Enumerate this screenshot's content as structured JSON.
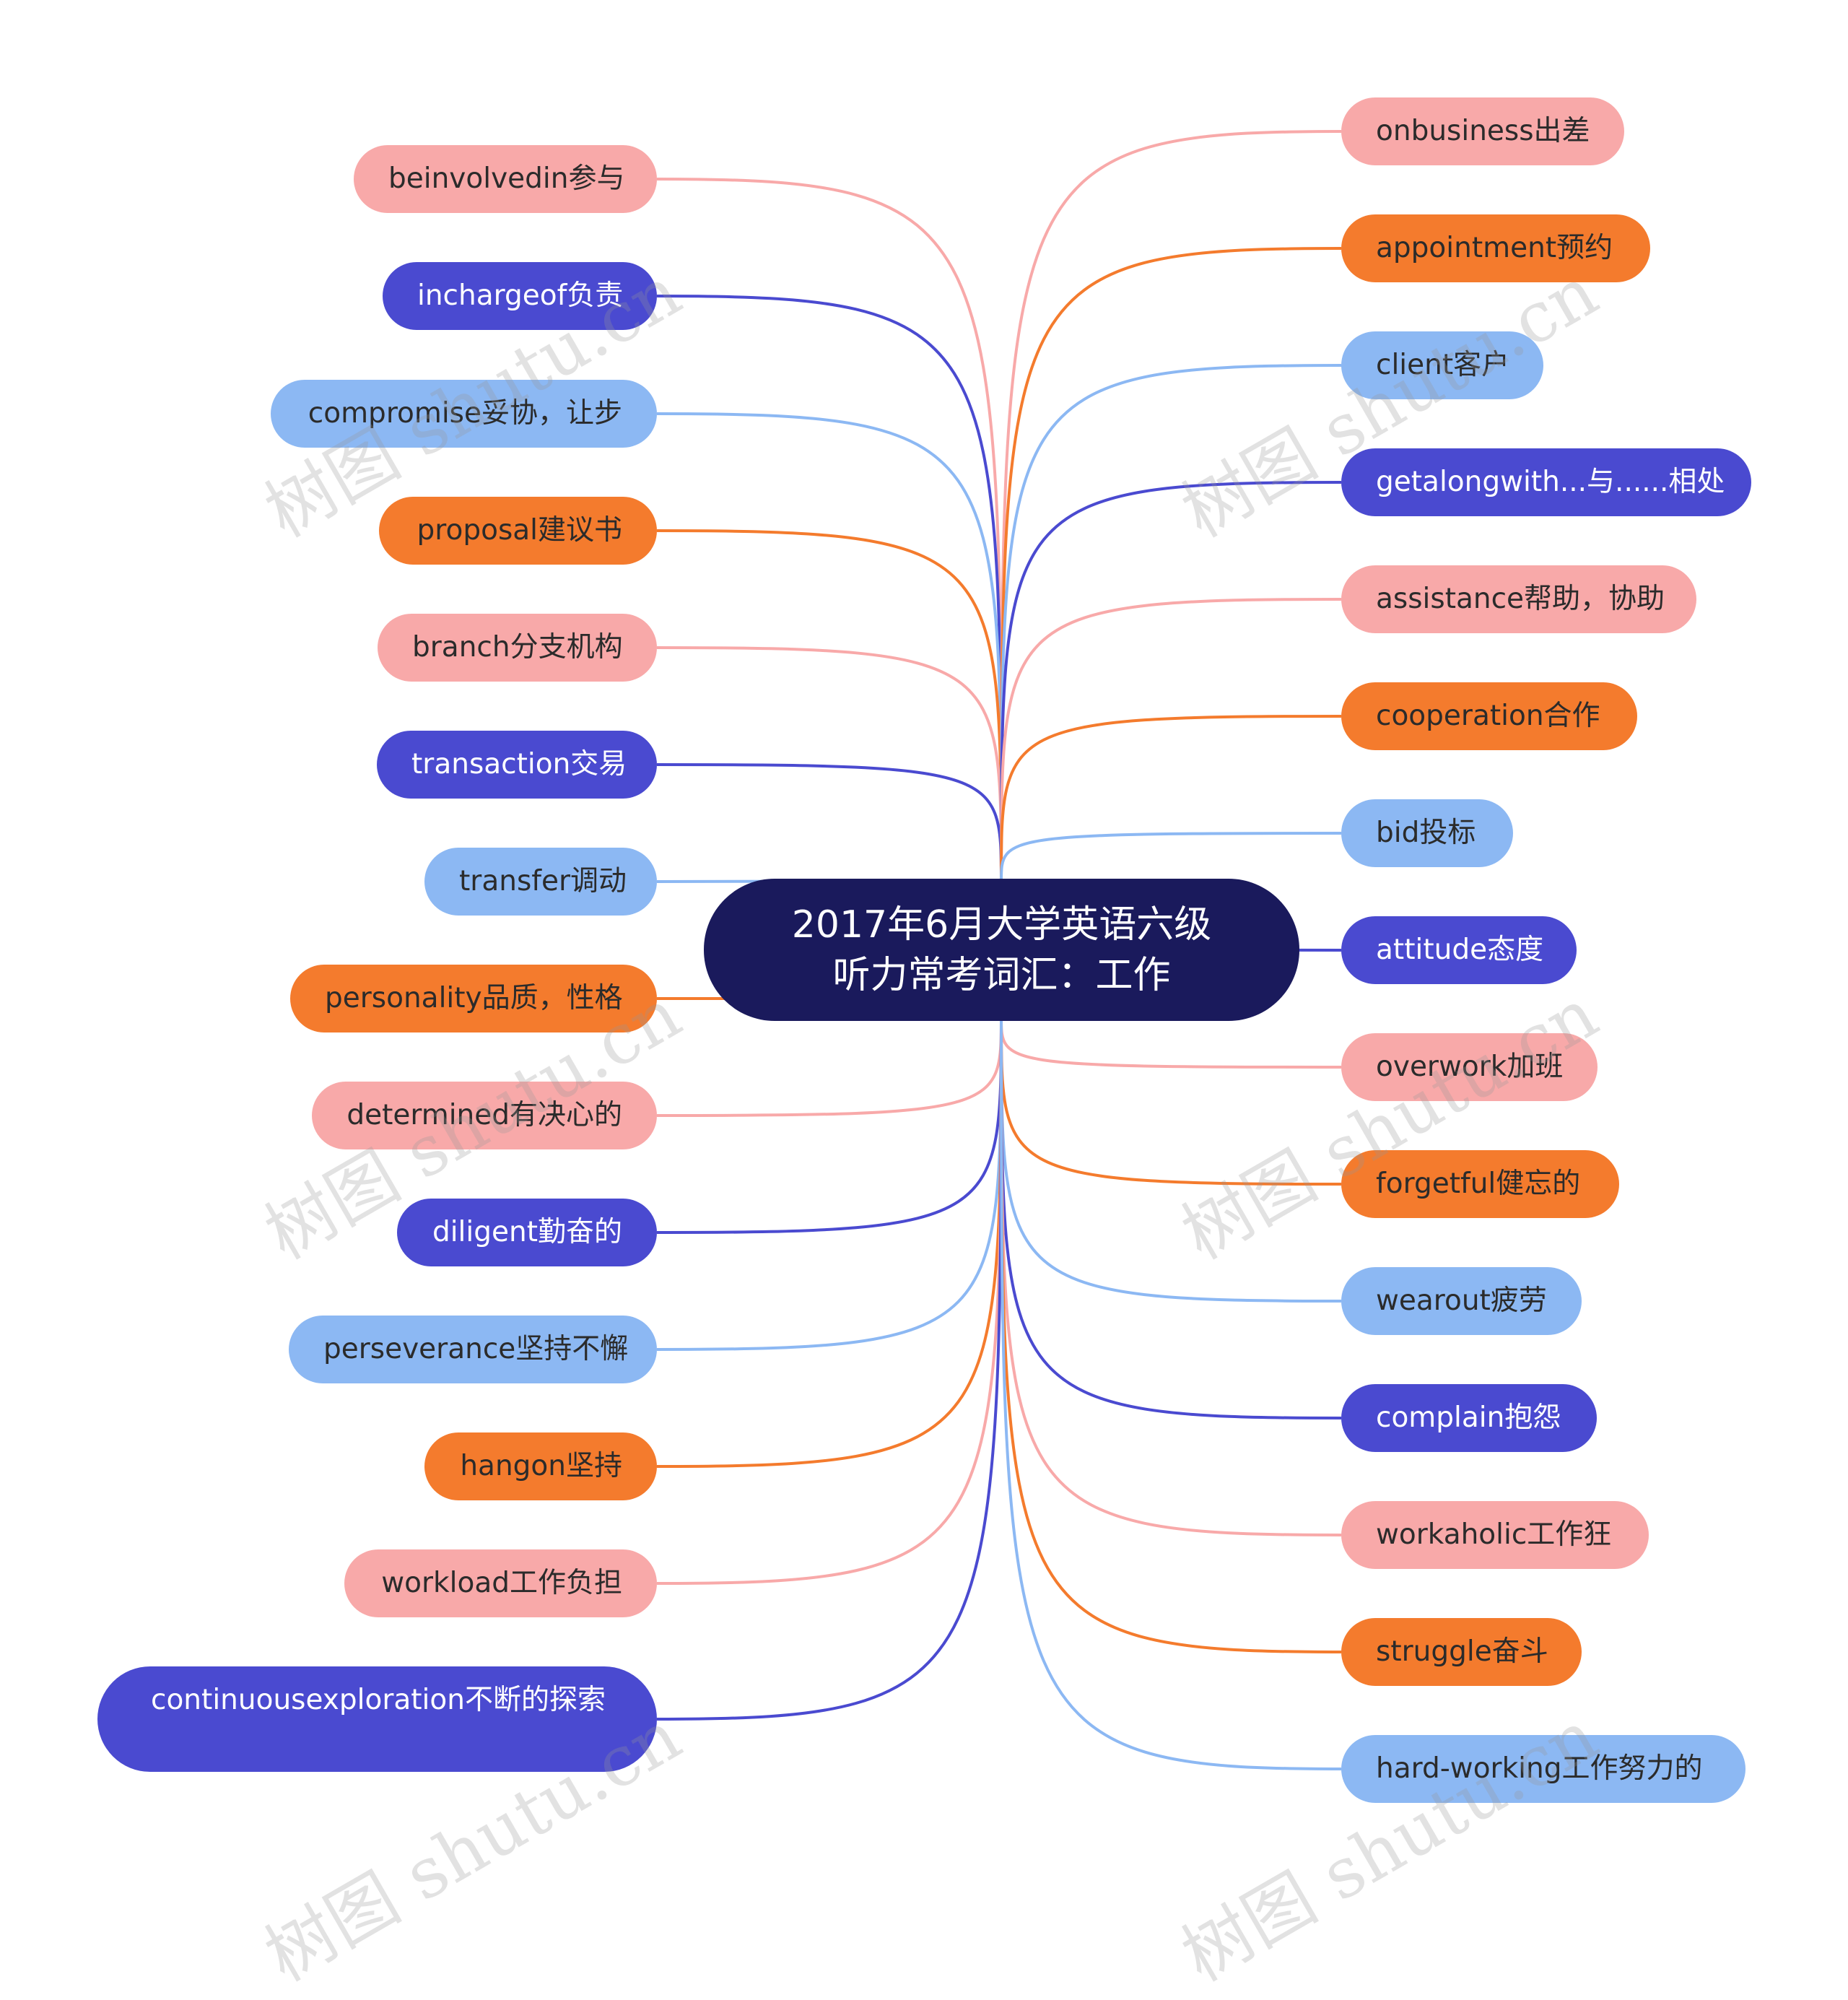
{
  "root": {
    "line1": "2017年6月大学英语六级",
    "line2": "听力常考词汇：工作",
    "color": "#1a1a5c"
  },
  "colors": {
    "pink": "#f8a9a9",
    "indigo": "#4a4ad0",
    "sky": "#8cb8f3",
    "orange": "#f47b2d"
  },
  "left_nodes": [
    {
      "label": "beinvolvedin参与",
      "color": "pink"
    },
    {
      "label": "inchargeof负责",
      "color": "indigo"
    },
    {
      "label": "compromise妥协，让步",
      "color": "sky"
    },
    {
      "label": "proposal建议书",
      "color": "orange"
    },
    {
      "label": "branch分支机构",
      "color": "pink"
    },
    {
      "label": "transaction交易",
      "color": "indigo"
    },
    {
      "label": "transfer调动",
      "color": "sky"
    },
    {
      "label": "personality品质，性格",
      "color": "orange"
    },
    {
      "label": "determined有决心的",
      "color": "pink"
    },
    {
      "label": "diligent勤奋的",
      "color": "indigo"
    },
    {
      "label": "perseverance坚持不懈",
      "color": "sky"
    },
    {
      "label": "hangon坚持",
      "color": "orange"
    },
    {
      "label": "workload工作负担",
      "color": "pink"
    },
    {
      "label": "continuousexploration不断的探索",
      "color": "indigo"
    }
  ],
  "right_nodes": [
    {
      "label": "onbusiness出差",
      "color": "pink"
    },
    {
      "label": "appointment预约",
      "color": "orange"
    },
    {
      "label": "client客户",
      "color": "sky"
    },
    {
      "label": "getalongwith...与......相处",
      "color": "indigo"
    },
    {
      "label": "assistance帮助，协助",
      "color": "pink"
    },
    {
      "label": "cooperation合作",
      "color": "orange"
    },
    {
      "label": "bid投标",
      "color": "sky"
    },
    {
      "label": "attitude态度",
      "color": "indigo"
    },
    {
      "label": "overwork加班",
      "color": "pink"
    },
    {
      "label": "forgetful健忘的",
      "color": "orange"
    },
    {
      "label": "wearout疲劳",
      "color": "sky"
    },
    {
      "label": "complain抱怨",
      "color": "indigo"
    },
    {
      "label": "workaholic工作狂",
      "color": "pink"
    },
    {
      "label": "struggle奋斗",
      "color": "orange"
    },
    {
      "label": "hard-working工作努力的",
      "color": "sky"
    }
  ],
  "watermark": "树图 shutu.cn"
}
